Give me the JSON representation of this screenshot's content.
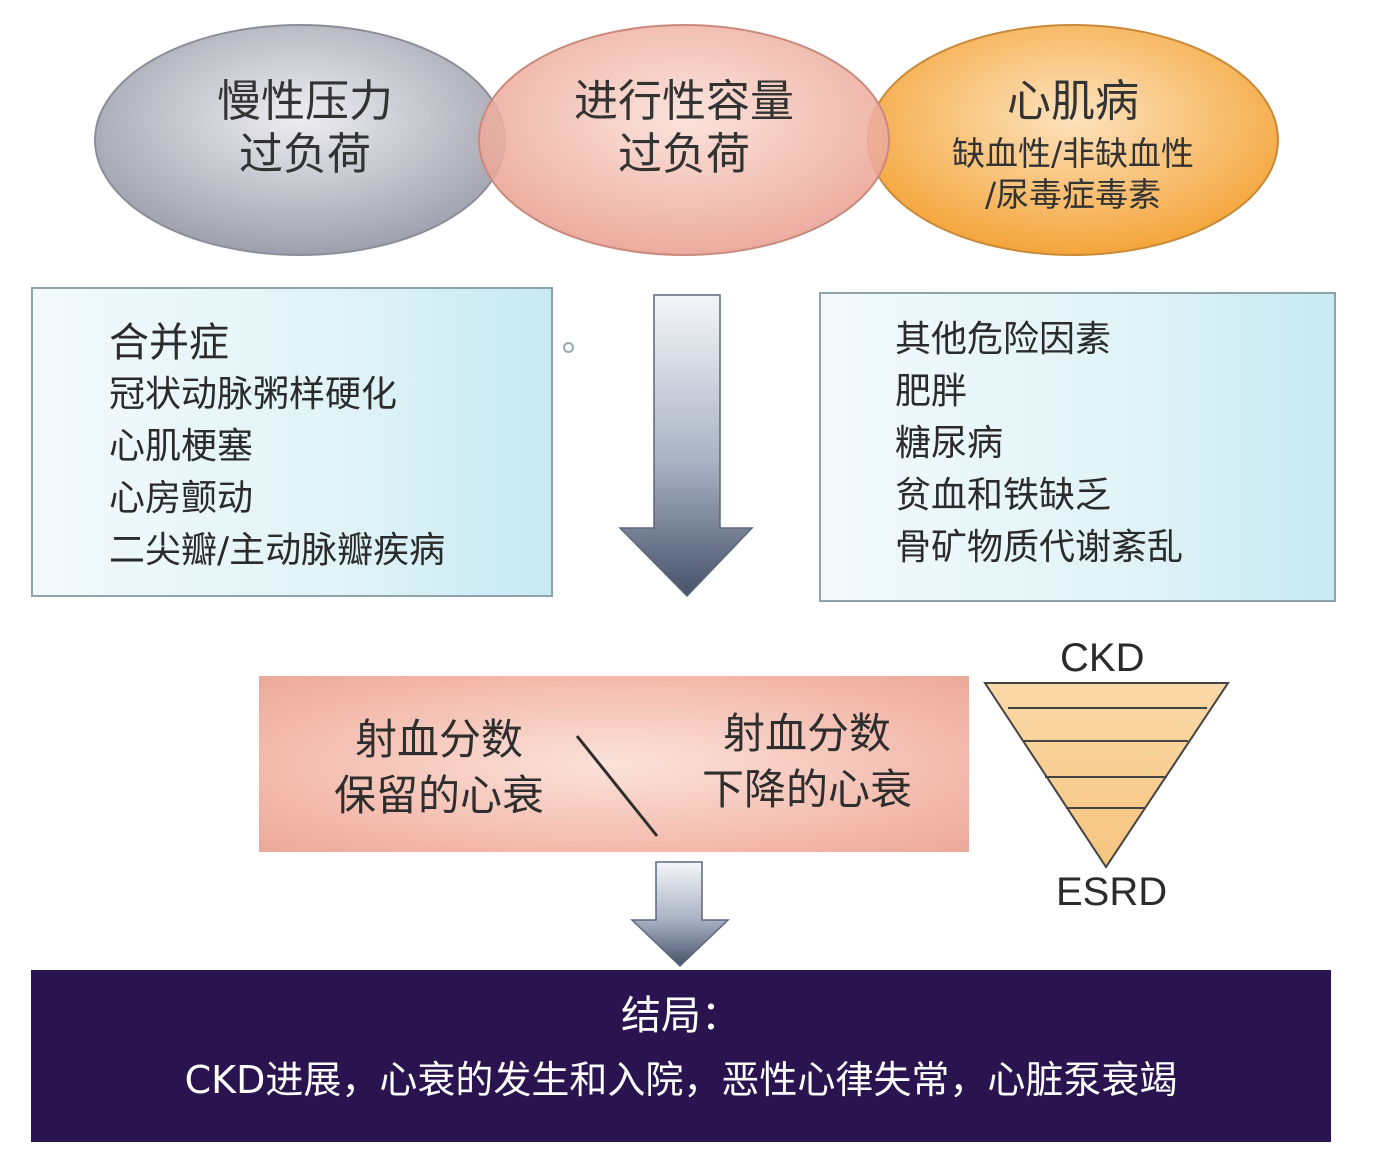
{
  "ellipses": [
    {
      "title": "慢性压力",
      "lines": [
        "过负荷"
      ]
    },
    {
      "title": "进行性容量",
      "lines": [
        "过负荷"
      ]
    },
    {
      "title": "心肌病",
      "lines": [
        "缺血性/非缺血性",
        "/尿毒症毒素"
      ]
    }
  ],
  "comorbidities": {
    "title": "合并症",
    "items": [
      "冠状动脉粥样硬化",
      "心肌梗塞",
      "心房颤动",
      "二尖瓣/主动脉瓣疾病"
    ]
  },
  "risk_factors": {
    "title": "其他危险因素",
    "items": [
      "肥胖",
      "糖尿病",
      "贫血和铁缺乏",
      "骨矿物质代谢紊乱"
    ]
  },
  "heart_failure": {
    "preserved": [
      "射血分数",
      "保留的心衰"
    ],
    "reduced": [
      "射血分数",
      "下降的心衰"
    ]
  },
  "ckd_triangle": {
    "top_label": "CKD",
    "bottom_label": "ESRD"
  },
  "outcome": {
    "title": "结局：",
    "text": "CKD进展，心衰的发生和入院，恶性心律失常，心脏泵衰竭"
  },
  "colors": {
    "ellipse_gray": "#b7b8c2",
    "ellipse_salmon": "#f1b3a6",
    "ellipse_orange": "#f7b24e",
    "side_box_fill": "#d9f1f6",
    "heart_failure_fill": "#f3b9ab",
    "triangle_fill": "#f9cf95",
    "outcome_bg": "#2a1450",
    "arrow_dark": "#4b5870"
  }
}
